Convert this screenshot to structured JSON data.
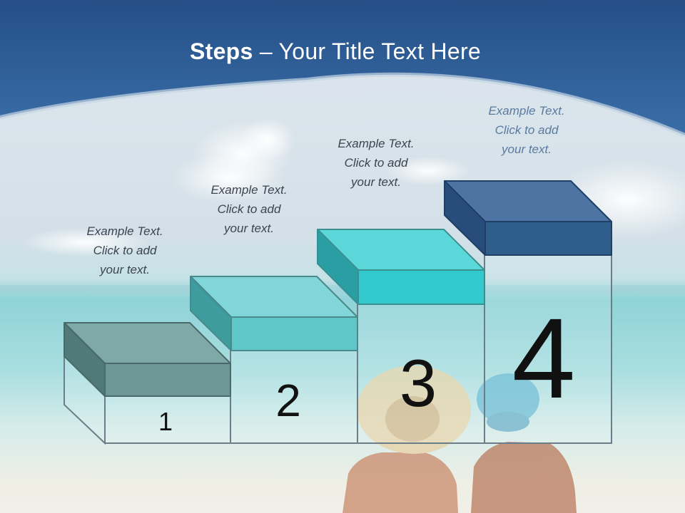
{
  "slide": {
    "title_bold": "Steps",
    "title_rest": " – Your Title Text Here"
  },
  "steps": [
    {
      "number": "1",
      "text_lines": [
        "Example Text.",
        "Click  to add",
        "your text."
      ],
      "color": "#6f9a98"
    },
    {
      "number": "2",
      "text_lines": [
        "Example Text.",
        "Click  to add",
        "your text."
      ],
      "color": "#62c4c6"
    },
    {
      "number": "3",
      "text_lines": [
        "Example Text.",
        "Click  to add",
        "your text."
      ],
      "color": "#36cbcf"
    },
    {
      "number": "4",
      "text_lines": [
        "Example Text.",
        "Click  to add",
        "your text."
      ],
      "color": "#2f5d8c"
    }
  ],
  "colors": {
    "header": "#2d5f96",
    "outline": "#6b7d88"
  }
}
